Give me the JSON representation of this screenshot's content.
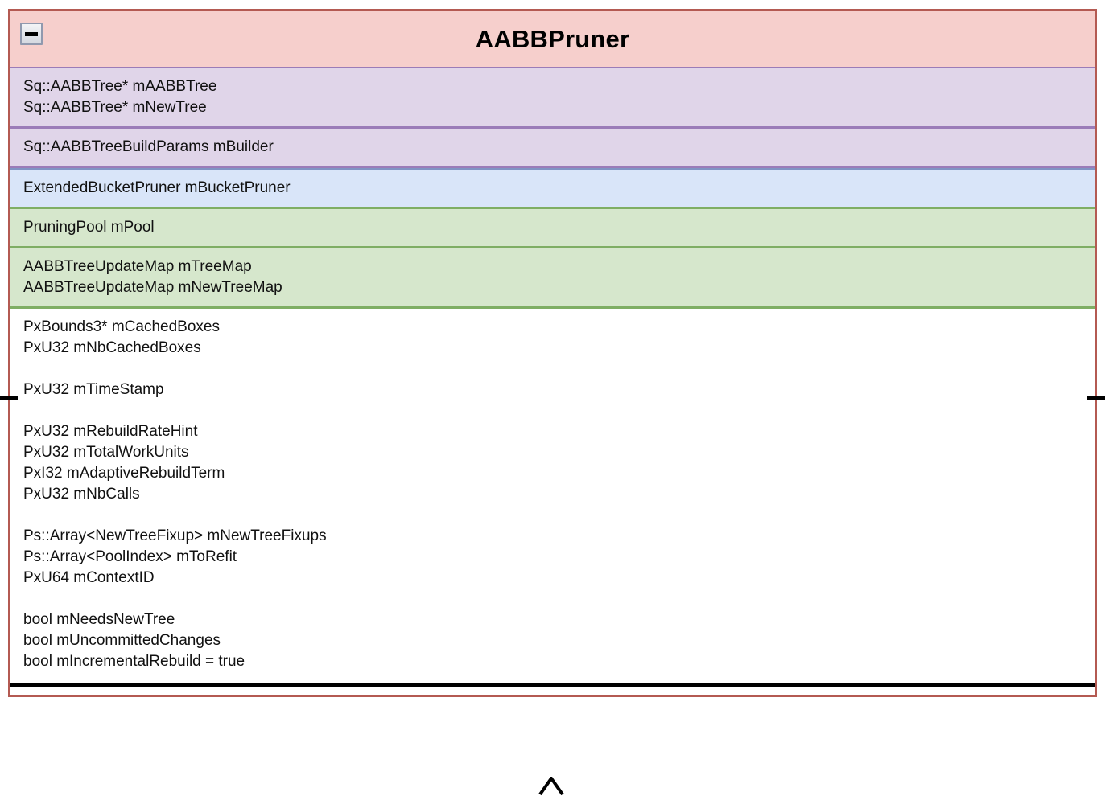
{
  "diagram": {
    "kind": "uml-class-diagram",
    "colors": {
      "header_fill": "#f6cfcc",
      "header_border": "#b45a52",
      "purple_fill": "#e0d5e9",
      "purple_border": "#9b7cb8",
      "blue_fill": "#d9e5f9",
      "blue_border": "#8094c4",
      "green_fill": "#d6e7cc",
      "green_border": "#7fae64",
      "white_fill": "#ffffff",
      "black_line": "#000000"
    }
  },
  "class_box": {
    "title": "AABBPruner",
    "collapse_button": {
      "icon": "minus-icon",
      "state": "expanded"
    },
    "compartments": [
      {
        "id": "tree-pointers",
        "style": "purple",
        "lines": [
          "Sq::AABBTree* mAABBTree",
          "Sq::AABBTree* mNewTree"
        ]
      },
      {
        "id": "build-params",
        "style": "purple",
        "lines": [
          "Sq::AABBTreeBuildParams mBuilder"
        ]
      },
      {
        "id": "bucket-pruner",
        "style": "blue",
        "lines": [
          "ExtendedBucketPruner mBucketPruner"
        ]
      },
      {
        "id": "pruning-pool",
        "style": "green",
        "lines": [
          "PruningPool mPool"
        ]
      },
      {
        "id": "tree-update-maps",
        "style": "green",
        "lines": [
          "AABBTreeUpdateMap mTreeMap",
          "AABBTreeUpdateMap mNewTreeMap"
        ]
      },
      {
        "id": "scalar-members",
        "style": "white",
        "lines": [
          "PxBounds3* mCachedBoxes",
          "PxU32 mNbCachedBoxes",
          "",
          "PxU32 mTimeStamp",
          "",
          "PxU32 mRebuildRateHint",
          "PxU32 mTotalWorkUnits",
          "PxI32 mAdaptiveRebuildTerm",
          "PxU32 mNbCalls",
          "",
          "Ps::Array<NewTreeFixup> mNewTreeFixups",
          "Ps::Array<PoolIndex> mToRefit",
          "PxU64 mContextID",
          "",
          "bool mNeedsNewTree",
          "bool mUncommittedChanges",
          "bool mIncrementalRebuild = true"
        ]
      }
    ]
  },
  "connectors": {
    "left_stub": "connection-stub",
    "right_stub": "connection-stub",
    "bottom_arrow": "generalization-arrowhead-up"
  }
}
